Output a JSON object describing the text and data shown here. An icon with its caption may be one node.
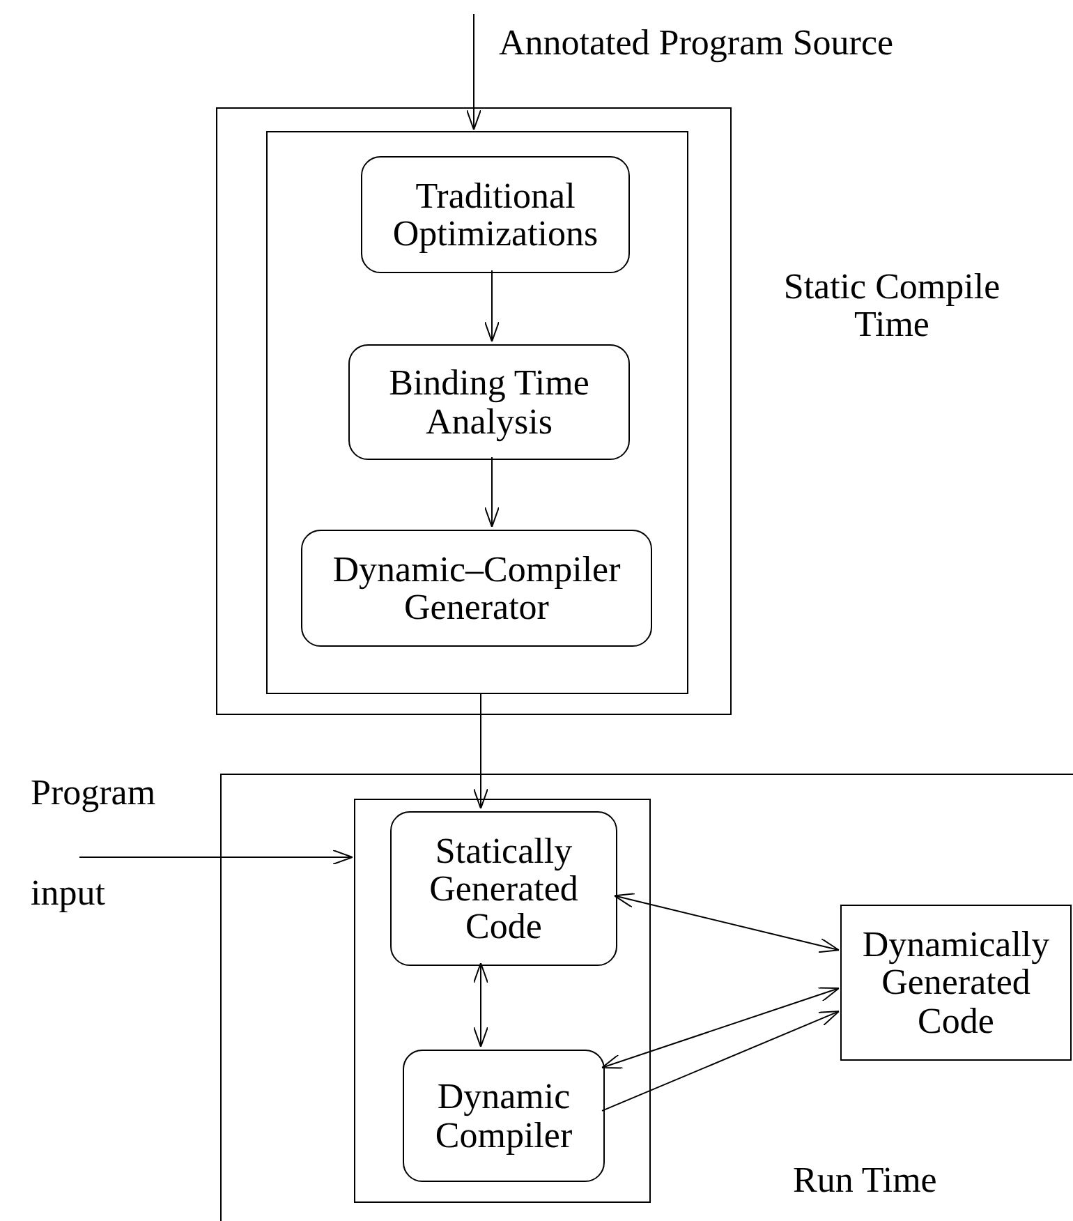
{
  "diagram": {
    "nodes": [
      {
        "text": [],
        "shape": "box"
      },
      {
        "text": [],
        "shape": "box",
        "in": 0
      },
      {
        "text": [
          "Traditional Optimizations"
        ],
        "in": 1
      },
      {
        "text": [
          "Binding Time Analysis"
        ],
        "in": 1
      },
      {
        "text": [
          "Dynamic–Compiler Generator"
        ],
        "in": 1
      },
      {
        "text": [
          "Run Time"
        ]
      },
      {
        "text": [],
        "shape": "box",
        "in": 5
      },
      {
        "text": [
          "Statically Generated Code"
        ],
        "in": 6
      },
      {
        "text": [
          "Dynamic Compiler"
        ],
        "in": 6
      },
      {
        "text": [
          "Dynamically Generated Code"
        ],
        "in": 5
      }
    ],
    "edges": [
      {
        "from": null,
        "to": 1,
        "arrow": "to"
      },
      {
        "from": 2,
        "to": 3,
        "arrow": "to"
      },
      {
        "from": 3,
        "to": 4,
        "arrow": "to"
      },
      {
        "from": 1,
        "to": 7,
        "arrow": "to"
      },
      {
        "from": null,
        "to": 6,
        "arrow": "to"
      },
      {
        "from": 7,
        "to": 8,
        "arrow": "both"
      },
      {
        "from": 7,
        "to": 9,
        "arrow": "both"
      },
      {
        "from": 8,
        "to": 9,
        "arrow": "both"
      },
      {
        "from": 8,
        "to": 9,
        "arrow": "to"
      }
    ],
    "labels": [
      "Annotated Program Source",
      "Static Compile Time",
      "Program",
      "input"
    ]
  }
}
